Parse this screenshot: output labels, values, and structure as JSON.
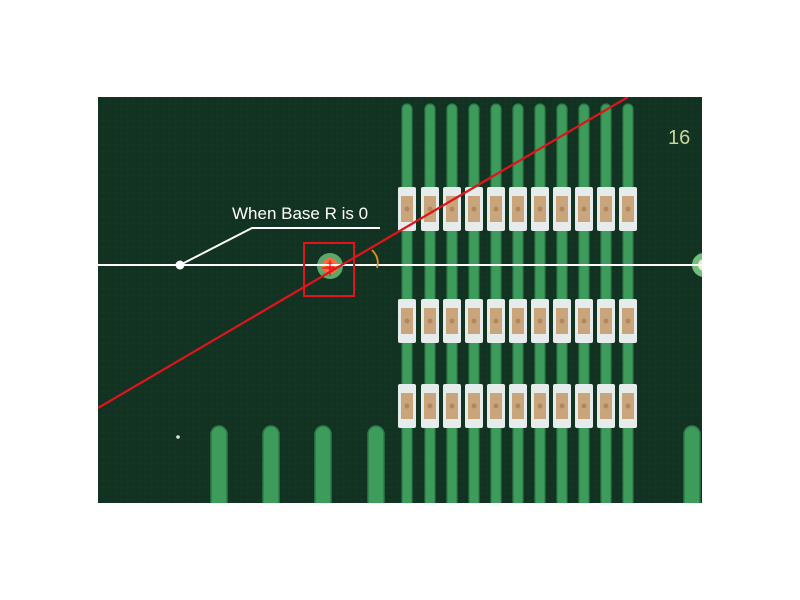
{
  "annotation": {
    "label": "When Base R is 0"
  },
  "board": {
    "silkscreen_label": "16"
  },
  "colors": {
    "page_background": "#ffffff",
    "board_mask": "#123322",
    "trace": "#3d9b5c",
    "trace_edge": "#2c7a47",
    "component_body": "#c9a57c",
    "component_cap": "#e6ecec",
    "reference_line": "#ffffff",
    "angle_line": "#e0141a",
    "highlight_box": "#e0141a",
    "angle_arc": "#f08c1e",
    "fiducial_pad": "#6fbf7e",
    "fiducial_center": "#ff4a2a",
    "silkscreen": "#c8d49a"
  },
  "scene": {
    "component_rows": 3,
    "components_per_row": 11,
    "vertical_traces": 11,
    "edge_fingers": 4
  }
}
